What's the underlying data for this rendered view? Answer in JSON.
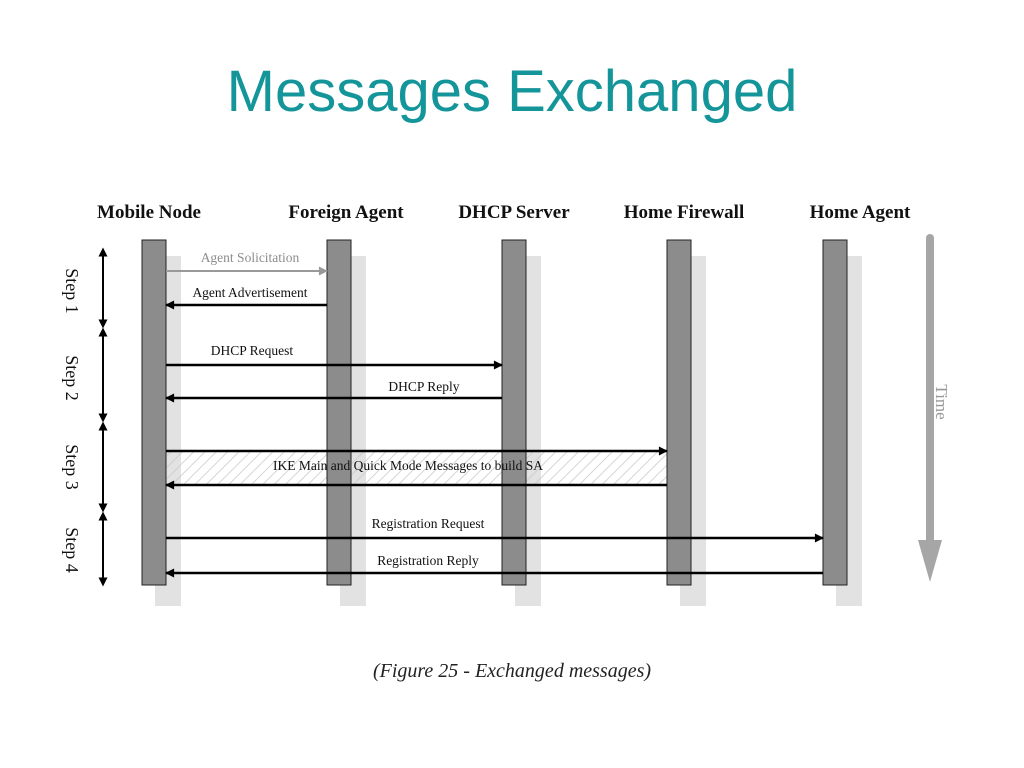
{
  "slide": {
    "title": "Messages Exchanged",
    "caption": "(Figure 25 - Exchanged messages)"
  },
  "diagram": {
    "actors": [
      "Mobile Node",
      "Foreign Agent",
      "DHCP Server",
      "Home Firewall",
      "Home Agent"
    ],
    "steps": [
      "Step 1",
      "Step 2",
      "Step 3",
      "Step 4"
    ],
    "time_label": "Time",
    "messages": [
      {
        "label": "Agent Solicitation",
        "from": 0,
        "to": 1,
        "style": "gray"
      },
      {
        "label": "Agent Advertisement",
        "from": 1,
        "to": 0,
        "style": "solid"
      },
      {
        "label": "DHCP Request",
        "from": 0,
        "to": 2,
        "style": "solid"
      },
      {
        "label": "DHCP Reply",
        "from": 2,
        "to": 0,
        "style": "solid"
      },
      {
        "label": "IKE Main and Quick Mode Messages to build SA",
        "from": 0,
        "to": 3,
        "style": "solid"
      },
      {
        "label": "Registration Request",
        "from": 0,
        "to": 4,
        "style": "solid"
      },
      {
        "label": "Registration Reply",
        "from": 4,
        "to": 0,
        "style": "solid"
      }
    ]
  },
  "colors": {
    "title": "#14959a",
    "lifeline": "#8c8c8c",
    "lifeline_shadow": "#e2e2e2",
    "solicitation_arrow": "#999999"
  }
}
